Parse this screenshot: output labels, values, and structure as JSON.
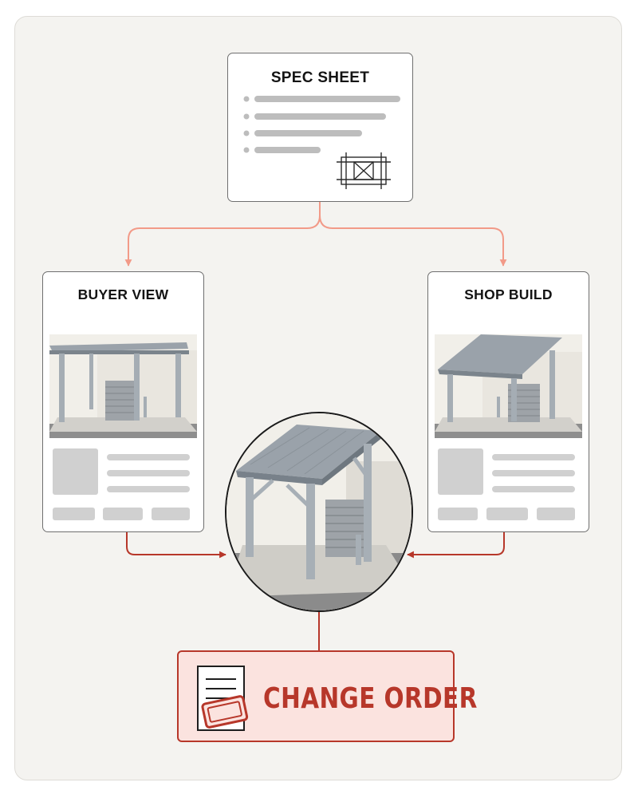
{
  "spec_sheet": {
    "title": "SPEC SHEET"
  },
  "buyer_view": {
    "title": "BUYER VIEW"
  },
  "shop_build": {
    "title": "SHOP BUILD"
  },
  "change_order": {
    "label": "CHANGE ORDER"
  },
  "colors": {
    "flow_arrow_light": "#f29a88",
    "flow_arrow_dark": "#b7372a",
    "change_order_fill": "#fbe3df",
    "placeholder_gray": "#d0d0d0"
  },
  "icons": [
    "spec-document",
    "cad-drawing-icon",
    "canopy-photo",
    "change-order-document-icon"
  ]
}
